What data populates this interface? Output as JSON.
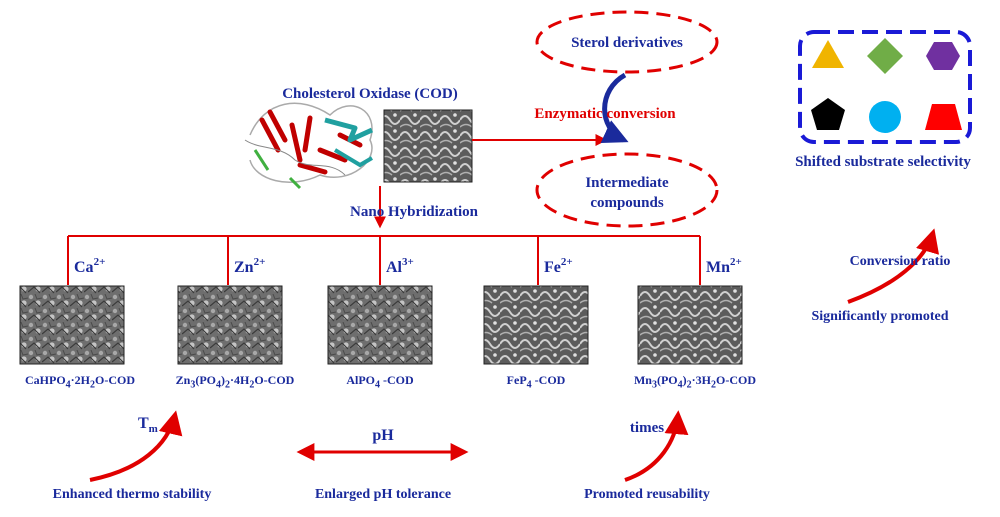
{
  "title": "Cholesterol Oxidase (COD)",
  "conversion": {
    "label": "Enzymatic conversion",
    "top_box": "Sterol derivatives",
    "bottom_box_line1": "Intermediate",
    "bottom_box_line2": "compounds"
  },
  "hybridization_label": "Nano Hybridization",
  "selectivity": {
    "caption": "Shifted substrate selectivity",
    "shapes": [
      {
        "name": "triangle",
        "color": "#f0b400"
      },
      {
        "name": "diamond",
        "color": "#70ad47"
      },
      {
        "name": "hexagon",
        "color": "#7030a0"
      },
      {
        "name": "pentagon",
        "color": "#000000"
      },
      {
        "name": "circle",
        "color": "#00b0f0"
      },
      {
        "name": "trapezoid",
        "color": "#ff0000"
      }
    ]
  },
  "ions": [
    {
      "symbol": "Ca",
      "charge": "2+",
      "product_html": "CaHPO<sub>4</sub>·2H<sub>2</sub>O-COD"
    },
    {
      "symbol": "Zn",
      "charge": "2+",
      "product_html": "Zn<sub>3</sub>(PO<sub>4</sub>)<sub>2</sub>·4H<sub>2</sub>O-COD"
    },
    {
      "symbol": "Al",
      "charge": "3+",
      "product_html": "AlPO<sub>4</sub> -COD"
    },
    {
      "symbol": "Fe",
      "charge": "2+",
      "product_html": "FeP<sub>4</sub> -COD"
    },
    {
      "symbol": "Mn",
      "charge": "2+",
      "product_html": "Mn<sub>3</sub>(PO<sub>4</sub>)<sub>2</sub>·3H<sub>2</sub>O-COD"
    }
  ],
  "benefits": {
    "tm_label": "T",
    "tm_sub": "m",
    "thermo": "Enhanced thermo stability",
    "ph_label": "pH",
    "ph_tolerance": "Enlarged pH tolerance",
    "times_label": "times",
    "reusability": "Promoted  reusability",
    "conversion_ratio": "Conversion ratio",
    "promoted": "Significantly  promoted"
  },
  "colors": {
    "red": "#e00000",
    "navy": "#1a2a9c",
    "blue_border": "#1a1ad6"
  }
}
